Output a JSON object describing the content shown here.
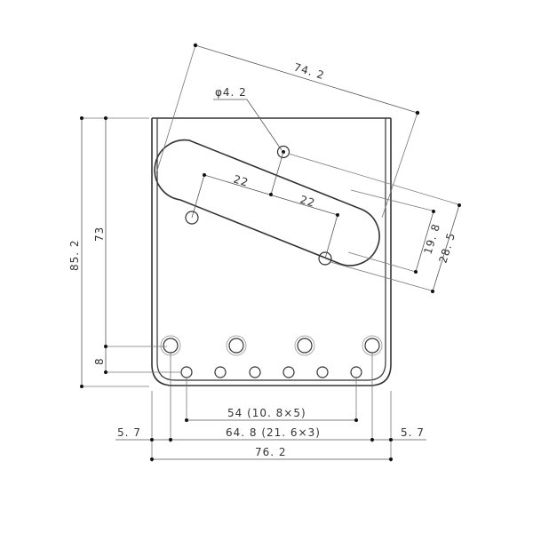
{
  "drawing": {
    "title": "Bridge plate dimension drawing",
    "units": "mm",
    "stroke_color": "#333333",
    "dimensions": {
      "diagonal_width": "74. 2",
      "hole_diameter": "φ4. 2",
      "pickup_spacing_left": "22",
      "pickup_spacing_right": "22",
      "slot_inner_width": "19. 8",
      "slot_outer_width": "28. 5",
      "total_height": "85. 2",
      "upper_height": "73",
      "saddle_offset": "8",
      "string_spacing": "54 (10. 8×5)",
      "screw_spacing": "64. 8 (21. 6×3)",
      "left_margin": "5. 7",
      "right_margin": "5. 7",
      "total_width": "76. 2"
    },
    "features": {
      "mounting_holes": 4,
      "string_holes": 6,
      "pickup_slot": 1,
      "pickup_mount_holes": 3
    }
  }
}
